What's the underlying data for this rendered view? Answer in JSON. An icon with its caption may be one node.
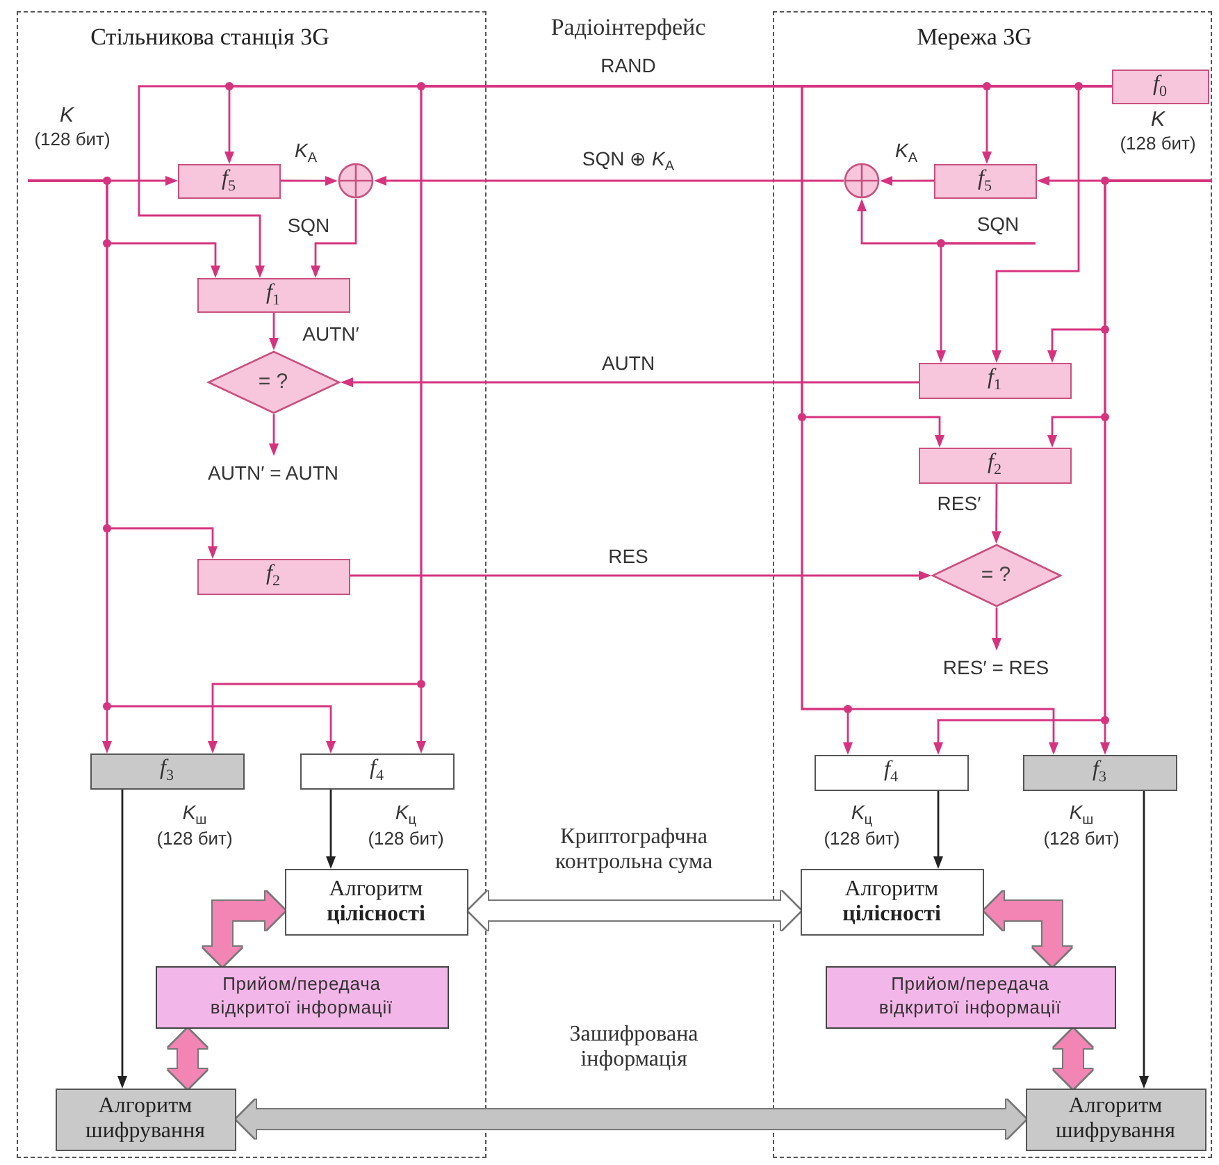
{
  "diagram": {
    "nodes": [
      {
        "text": [
          "Стільникова станція 3G"
        ]
      },
      {
        "text": [
          "Мережа 3G"
        ]
      },
      {
        "text": [
          "*f*$_{5}$"
        ],
        "in": 0
      },
      {
        "text": [],
        "shape": "circle",
        "in": 0
      },
      {
        "text": [
          "*f*$_{1}$"
        ],
        "in": 0
      },
      {
        "text": [
          "= ?"
        ],
        "in": 0
      },
      {
        "text": [
          "AUTN′ = AUTN"
        ],
        "in": 0
      },
      {
        "text": [
          "*f*$_{2}$"
        ],
        "in": 0
      },
      {
        "text": [
          "*f*$_{3}$"
        ],
        "in": 0
      },
      {
        "text": [
          "*f*$_{4}$"
        ],
        "in": 0
      },
      {
        "text": [
          "Алгоритм **цілісності**"
        ],
        "in": 0
      },
      {
        "text": [
          "Прийом/передача відкритої інформації"
        ],
        "in": 0
      },
      {
        "text": [
          "Алгоритм шифрування"
        ],
        "in": 0
      },
      {
        "text": [
          "*f*$_{0}$"
        ],
        "in": 1
      },
      {
        "text": [
          "*f*$_{5}$"
        ],
        "in": 1
      },
      {
        "text": [],
        "shape": "circle",
        "in": 1
      },
      {
        "text": [
          "*f*$_{1}$"
        ],
        "in": 1
      },
      {
        "text": [
          "*f*$_{2}$"
        ],
        "in": 1
      },
      {
        "text": [
          "= ?"
        ],
        "in": 1
      },
      {
        "text": [
          "RES′ = RES"
        ],
        "in": 1
      },
      {
        "text": [
          "*f*$_{4}$"
        ],
        "in": 1
      },
      {
        "text": [
          "*f*$_{3}$"
        ],
        "in": 1
      },
      {
        "text": [
          "Алгоритм **цілісності**"
        ],
        "in": 1
      },
      {
        "text": [
          "Прийом/передача відкритої інформації"
        ],
        "in": 1
      },
      {
        "text": [
          "Алгоритм шифрування"
        ],
        "in": 1
      }
    ],
    "edges": [
      {
        "from": 13,
        "to": 2,
        "arrow": "to",
        "label": "RAND"
      },
      {
        "from": 13,
        "to": 4,
        "arrow": "to"
      },
      {
        "from": 13,
        "to": 9,
        "arrow": "to"
      },
      {
        "from": 13,
        "to": 8,
        "arrow": "to"
      },
      {
        "from": 13,
        "to": 14,
        "arrow": "to"
      },
      {
        "from": 13,
        "to": 16,
        "arrow": "to"
      },
      {
        "from": 13,
        "to": 17,
        "arrow": "to"
      },
      {
        "from": 13,
        "to": 20,
        "arrow": "to"
      },
      {
        "from": 13,
        "to": 21,
        "arrow": "to"
      },
      {
        "from": null,
        "to": 2,
        "arrow": "to"
      },
      {
        "from": null,
        "to": 4,
        "arrow": "to"
      },
      {
        "from": null,
        "to": 7,
        "arrow": "to"
      },
      {
        "from": null,
        "to": 9,
        "arrow": "to"
      },
      {
        "from": null,
        "to": 8,
        "arrow": "to"
      },
      {
        "from": null,
        "to": 14,
        "arrow": "to"
      },
      {
        "from": null,
        "to": 16,
        "arrow": "to"
      },
      {
        "from": null,
        "to": 17,
        "arrow": "to"
      },
      {
        "from": null,
        "to": 21,
        "arrow": "to"
      },
      {
        "from": null,
        "to": 20,
        "arrow": "to"
      },
      {
        "from": 2,
        "to": 3,
        "arrow": "to",
        "label": "*K*$_{A}$"
      },
      {
        "from": 15,
        "to": 3,
        "arrow": "to",
        "label": "SQN ⊕ *K*$_{A}$"
      },
      {
        "from": 14,
        "to": 15,
        "arrow": "to",
        "label": "*K*$_{A}$"
      },
      {
        "from": 3,
        "to": 4,
        "arrow": "to",
        "label": "SQN"
      },
      {
        "from": null,
        "to": 15,
        "arrow": "to",
        "label": "SQN"
      },
      {
        "from": null,
        "to": 16,
        "arrow": "to"
      },
      {
        "from": 4,
        "to": 5,
        "arrow": "to",
        "label": "AUTN′"
      },
      {
        "from": 16,
        "to": 5,
        "arrow": "to",
        "label": "AUTN"
      },
      {
        "from": 5,
        "to": 6,
        "arrow": "to"
      },
      {
        "from": 7,
        "to": 18,
        "arrow": "to",
        "label": "RES"
      },
      {
        "from": 17,
        "to": 18,
        "arrow": "to",
        "label": "RES′"
      },
      {
        "from": 18,
        "to": 19,
        "arrow": "to"
      },
      {
        "from": 8,
        "to": 12,
        "arrow": "to",
        "label": "*K*$_{ш}$",
        "color": "#222222"
      },
      {
        "from": 9,
        "to": 10,
        "arrow": "to",
        "label": "*K*$_{ц}$",
        "color": "#222222"
      },
      {
        "from": 20,
        "to": 22,
        "arrow": "to",
        "label": "*K*$_{ц}$",
        "color": "#222222"
      },
      {
        "from": 21,
        "to": 24,
        "arrow": "to",
        "label": "*K*$_{ш}$",
        "color": "#222222"
      },
      {
        "from": 10,
        "to": 22,
        "arrow": "both",
        "label": "Криптографчна контрольна сума",
        "style": "thick",
        "color": "#ffffff"
      },
      {
        "from": 11,
        "to": 10,
        "arrow": "both",
        "style": "thick",
        "color": "#f285b4"
      },
      {
        "from": 11,
        "to": 12,
        "arrow": "both",
        "style": "thick",
        "color": "#f285b4"
      },
      {
        "from": 12,
        "to": 24,
        "arrow": "both",
        "label": "Зашифрована інформація",
        "style": "thick",
        "color": "#c4c4c4"
      },
      {
        "from": 23,
        "to": 22,
        "arrow": "both",
        "style": "thick",
        "color": "#f285b4"
      },
      {
        "from": 23,
        "to": 24,
        "arrow": "both",
        "style": "thick",
        "color": "#f285b4"
      }
    ],
    "labels": [
      "Радіоінтерфейс",
      "K",
      "(128 бит)",
      "K",
      "(128 бит)",
      "(128 бит)",
      "(128 бит)",
      "(128 бит)",
      "(128 бит)"
    ]
  }
}
